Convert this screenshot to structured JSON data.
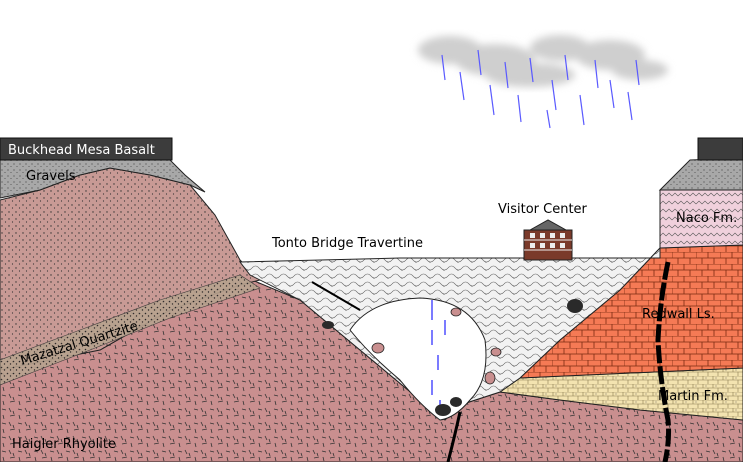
{
  "labels": {
    "buckhead": "Buckhead Mesa Basalt",
    "gravels": "Gravels",
    "mazatzal": "Mazatzal Quartzite",
    "haigler": "Haigler Rhyolite",
    "travertine": "Tonto Bridge Travertine",
    "visitor": "Visitor Center",
    "naco": "Naco Fm.",
    "redwall": "Redwall Ls.",
    "martin": "Martin Fm."
  },
  "colors": {
    "rhyolite": "#c98f8f",
    "quartzite": "#c89a95",
    "quartzite_band": "#b8a38f",
    "gravel": "#a8a8a8",
    "basalt": "#3c3c3c",
    "naco": "#f0d0dc",
    "redwall": "#f57a55",
    "martin": "#f3e3b0",
    "travertine": "#f2f2f2",
    "rain": "#5a5aff",
    "cloud": "#cfcfcf"
  }
}
